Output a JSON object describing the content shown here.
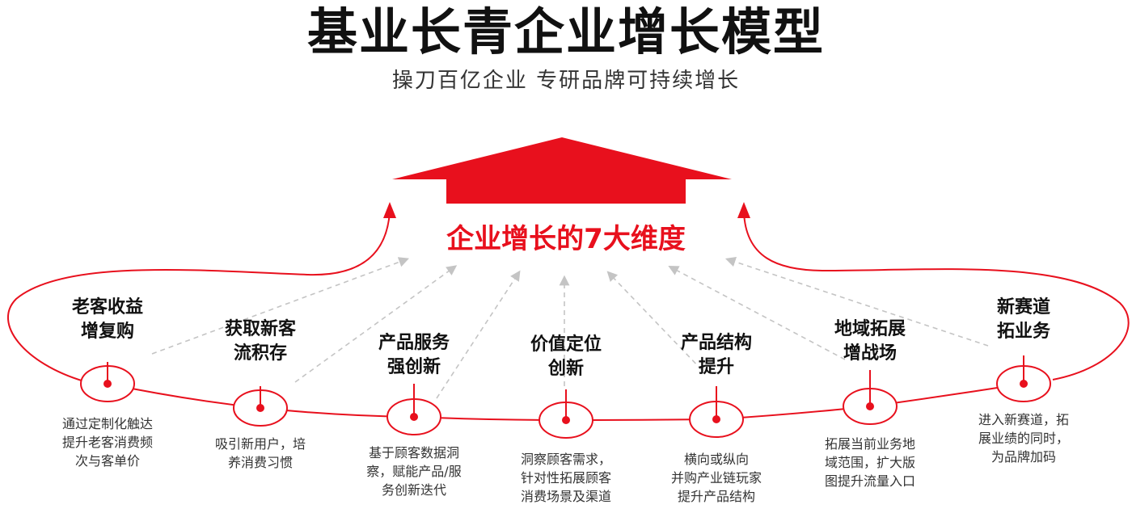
{
  "header": {
    "title": "基业长青企业增长模型",
    "subtitle": "操刀百亿企业 专研品牌可持续增长"
  },
  "center_label": "企业增长的7大维度",
  "colors": {
    "accent": "#e8101d",
    "dashed": "#c4c4c4",
    "text": "#111111"
  },
  "dimensions": [
    {
      "title_lines": [
        "老客收益",
        "增复购"
      ],
      "desc_lines": [
        "通过定制化触达",
        "提升老客消费频",
        "次与客单价"
      ]
    },
    {
      "title_lines": [
        "获取新客",
        "流积存"
      ],
      "desc_lines": [
        "吸引新用户，培",
        "养消费习惯"
      ]
    },
    {
      "title_lines": [
        "产品服务",
        "强创新"
      ],
      "desc_lines": [
        "基于顾客数据洞",
        "察，赋能产品/服",
        "务创新迭代"
      ]
    },
    {
      "title_lines": [
        "价值定位",
        "创新"
      ],
      "desc_lines": [
        "洞察顾客需求，",
        "针对性拓展顾客",
        "消费场景及渠道"
      ]
    },
    {
      "title_lines": [
        "产品结构",
        "提升"
      ],
      "desc_lines": [
        "横向或纵向",
        "并购产业链玩家",
        "提升产品结构"
      ]
    },
    {
      "title_lines": [
        "地域拓展",
        "增战场"
      ],
      "desc_lines": [
        "拓展当前业务地",
        "域范围，扩大版",
        "图提升流量入口"
      ]
    },
    {
      "title_lines": [
        "新赛道",
        "拓业务"
      ],
      "desc_lines": [
        "进入新赛道，拓",
        "展业绩的同时，",
        "为品牌加码"
      ]
    }
  ]
}
